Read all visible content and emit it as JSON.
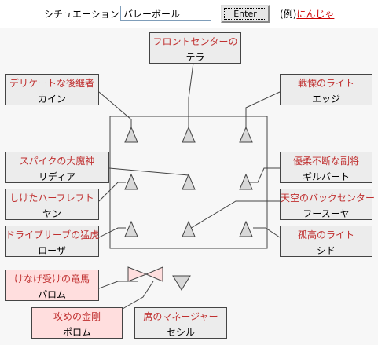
{
  "header": {
    "situation_label": "シチュエーション:",
    "situation_value": "バレーボール",
    "enter_label": "Enter",
    "example_prefix": "(例)",
    "example_link": "にんじゃ"
  },
  "positions": {
    "front_center": {
      "role": "フロントセンターの",
      "name": "テラ"
    },
    "front_left": {
      "role": "デリケートな後継者",
      "name": "カイン"
    },
    "front_right": {
      "role": "戦慄のライト",
      "name": "エッジ"
    },
    "mid_left": {
      "role": "スパイクの大魔神",
      "name": "リディア"
    },
    "mid_right": {
      "role": "優柔不断な副将",
      "name": "ギルバート"
    },
    "left_half": {
      "role": "しけたハーフレフト",
      "name": "ヤン"
    },
    "back_center": {
      "role": "天空のバックセンター",
      "name": "フースーヤ"
    },
    "back_left": {
      "role": "ドライブサーブの猛虎",
      "name": "ローザ"
    },
    "back_right": {
      "role": "孤高のライト",
      "name": "シド"
    },
    "bench_left": {
      "role": "けなげ受けの竜馬",
      "name": "パロム"
    },
    "bench_center": {
      "role": "攻めの金剛",
      "name": "ポロム"
    },
    "manager": {
      "role": "席のマネージャー",
      "name": "セシル"
    }
  },
  "colors": {
    "role_text": "#c03030",
    "box_bg": "#ececec",
    "bench_bg": "#ffdede"
  }
}
